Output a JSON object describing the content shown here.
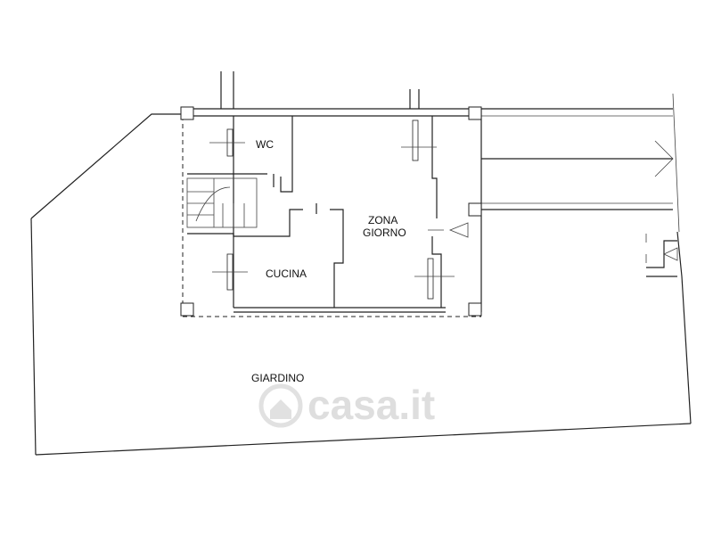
{
  "rooms": {
    "wc": "WC",
    "zona_line1": "ZONA",
    "zona_line2": "GIORNO",
    "cucina": "CUCINA",
    "giardino": "GIARDINO"
  },
  "watermark": {
    "text": "casa.it"
  }
}
